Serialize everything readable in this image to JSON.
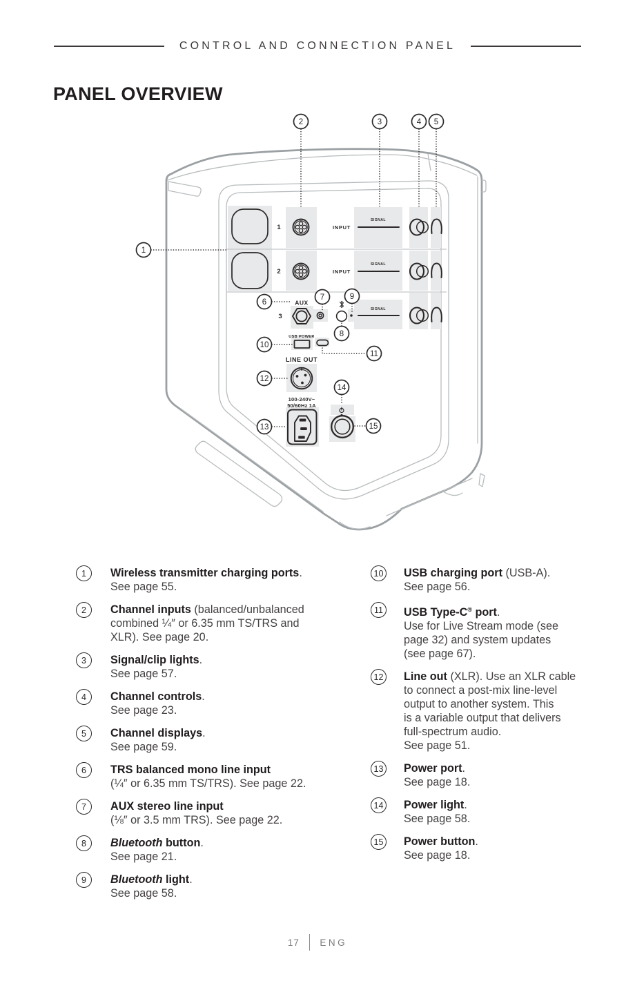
{
  "header": {
    "title": "CONTROL AND CONNECTION PANEL"
  },
  "page_title": "PANEL OVERVIEW",
  "diagram": {
    "channel_labels": [
      "1",
      "2",
      "3"
    ],
    "input_labels": [
      "INPUT",
      "INPUT"
    ],
    "signal_labels": [
      "SIGNAL",
      "SIGNAL",
      "SIGNAL"
    ],
    "aux_label": "AUX",
    "usb_power_label": "USB POWER",
    "line_out_label": "LINE OUT",
    "power_rating_line1": "100-240V~",
    "power_rating_line2": "50/60Hz 1A",
    "callouts": [
      "1",
      "2",
      "3",
      "4",
      "5",
      "6",
      "7",
      "8",
      "9",
      "10",
      "11",
      "12",
      "13",
      "14",
      "15"
    ]
  },
  "legend": {
    "left": [
      {
        "num": "1",
        "lines": [
          [
            {
              "t": "Wireless transmitter charging ports",
              "s": "b"
            },
            {
              "t": ".",
              "s": "r"
            }
          ],
          [
            {
              "t": "See page 55.",
              "s": "r"
            }
          ]
        ]
      },
      {
        "num": "2",
        "lines": [
          [
            {
              "t": "Channel inputs",
              "s": "b"
            },
            {
              "t": " (balanced/unbalanced",
              "s": "r"
            }
          ],
          [
            {
              "t": "combined ¼″ or 6.35 mm TS/TRS and",
              "s": "r"
            }
          ],
          [
            {
              "t": "XLR). See page 20.",
              "s": "r"
            }
          ]
        ]
      },
      {
        "num": "3",
        "lines": [
          [
            {
              "t": "Signal/clip lights",
              "s": "b"
            },
            {
              "t": ".",
              "s": "r"
            }
          ],
          [
            {
              "t": "See page 57.",
              "s": "r"
            }
          ]
        ]
      },
      {
        "num": "4",
        "lines": [
          [
            {
              "t": "Channel controls",
              "s": "b"
            },
            {
              "t": ".",
              "s": "r"
            }
          ],
          [
            {
              "t": "See page 23.",
              "s": "r"
            }
          ]
        ]
      },
      {
        "num": "5",
        "lines": [
          [
            {
              "t": "Channel displays",
              "s": "b"
            },
            {
              "t": ".",
              "s": "r"
            }
          ],
          [
            {
              "t": "See page 59.",
              "s": "r"
            }
          ]
        ]
      },
      {
        "num": "6",
        "lines": [
          [
            {
              "t": "TRS balanced mono line input",
              "s": "b"
            }
          ],
          [
            {
              "t": "(¼″ or 6.35 mm TS/TRS). See page 22.",
              "s": "r"
            }
          ]
        ]
      },
      {
        "num": "7",
        "lines": [
          [
            {
              "t": "AUX stereo line input",
              "s": "b"
            }
          ],
          [
            {
              "t": "(⅛″ or 3.5 mm TRS). See page 22.",
              "s": "r"
            }
          ]
        ]
      },
      {
        "num": "8",
        "lines": [
          [
            {
              "t": "Bluetooth",
              "s": "i"
            },
            {
              "t": " button",
              "s": "b"
            },
            {
              "t": ".",
              "s": "r"
            }
          ],
          [
            {
              "t": "See page 21.",
              "s": "r"
            }
          ]
        ]
      },
      {
        "num": "9",
        "lines": [
          [
            {
              "t": "Bluetooth",
              "s": "i"
            },
            {
              "t": " light",
              "s": "b"
            },
            {
              "t": ".",
              "s": "r"
            }
          ],
          [
            {
              "t": "See page 58.",
              "s": "r"
            }
          ]
        ]
      }
    ],
    "right": [
      {
        "num": "10",
        "lines": [
          [
            {
              "t": "USB charging port",
              "s": "b"
            },
            {
              "t": " (USB-A).",
              "s": "r"
            }
          ],
          [
            {
              "t": "See page 56.",
              "s": "r"
            }
          ]
        ]
      },
      {
        "num": "11",
        "lines": [
          [
            {
              "t": "USB Type-C",
              "s": "b"
            },
            {
              "t": "®",
              "s": "sup"
            },
            {
              "t": " port",
              "s": "b"
            },
            {
              "t": ".",
              "s": "r"
            }
          ],
          [
            {
              "t": "Use for Live Stream mode (see",
              "s": "r"
            }
          ],
          [
            {
              "t": "page 32) and system updates",
              "s": "r"
            }
          ],
          [
            {
              "t": "(see page 67).",
              "s": "r"
            }
          ]
        ]
      },
      {
        "num": "12",
        "lines": [
          [
            {
              "t": "Line out",
              "s": "b"
            },
            {
              "t": " (XLR). Use an XLR cable",
              "s": "r"
            }
          ],
          [
            {
              "t": "to connect a post-mix line-level",
              "s": "r"
            }
          ],
          [
            {
              "t": "output to another system. This",
              "s": "r"
            }
          ],
          [
            {
              "t": "is a variable output that delivers",
              "s": "r"
            }
          ],
          [
            {
              "t": "full-spectrum audio.",
              "s": "r"
            }
          ],
          [
            {
              "t": "See page 51.",
              "s": "r"
            }
          ]
        ]
      },
      {
        "num": "13",
        "lines": [
          [
            {
              "t": "Power port",
              "s": "b"
            },
            {
              "t": ".",
              "s": "r"
            }
          ],
          [
            {
              "t": "See page 18.",
              "s": "r"
            }
          ]
        ]
      },
      {
        "num": "14",
        "lines": [
          [
            {
              "t": "Power light",
              "s": "b"
            },
            {
              "t": ".",
              "s": "r"
            }
          ],
          [
            {
              "t": "See page 58.",
              "s": "r"
            }
          ]
        ]
      },
      {
        "num": "15",
        "lines": [
          [
            {
              "t": "Power button",
              "s": "b"
            },
            {
              "t": ".",
              "s": "r"
            }
          ],
          [
            {
              "t": "See page 18.",
              "s": "r"
            }
          ]
        ]
      }
    ]
  },
  "footer": {
    "page": "17",
    "lang": "ENG"
  },
  "colors": {
    "ink": "#2b2728",
    "shade": "#e8e9ea",
    "outline_gray": "#9ba0a3",
    "footer_gray": "#7b7c7f"
  }
}
